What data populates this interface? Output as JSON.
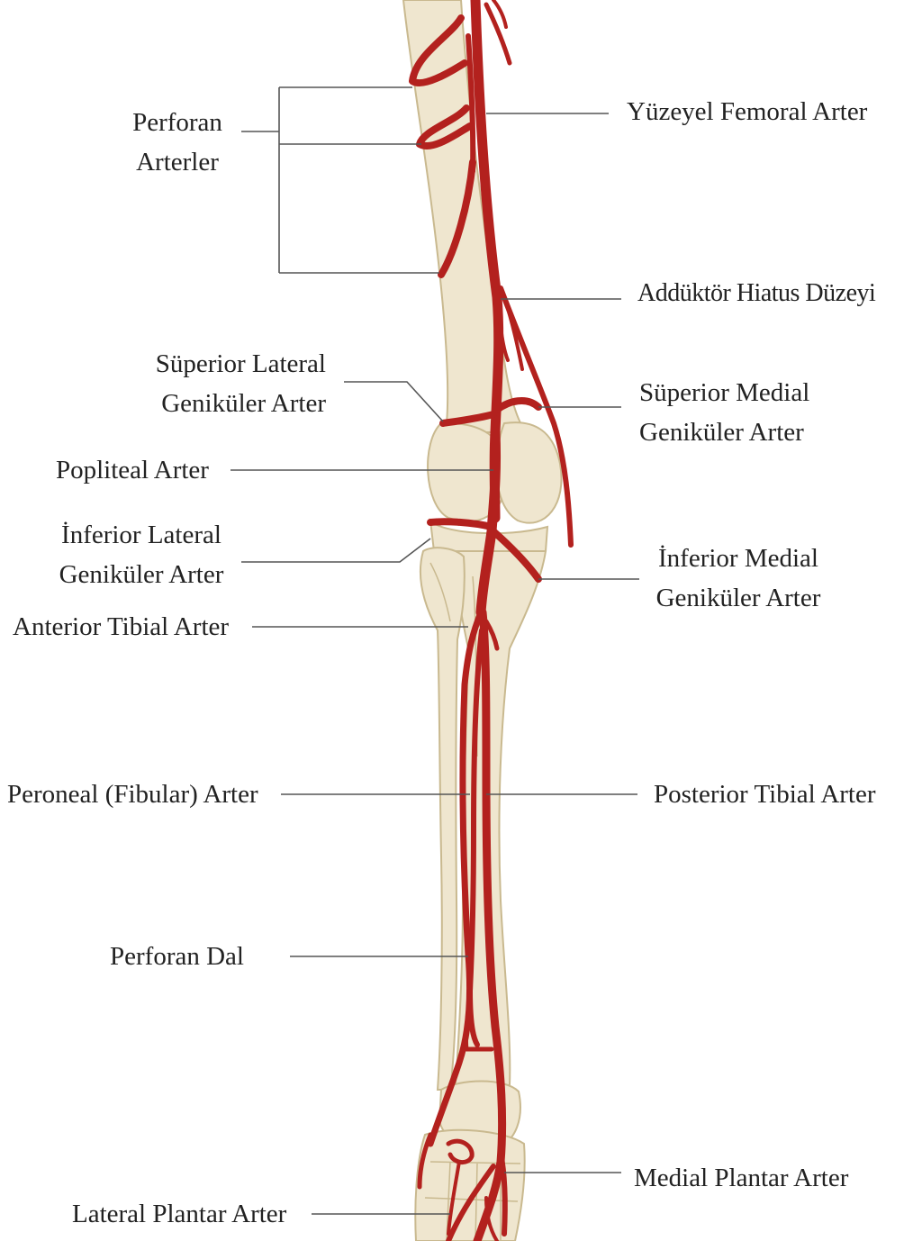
{
  "colors": {
    "bone_fill": "#efe6cf",
    "bone_stroke": "#c9b98f",
    "artery": "#b3211e",
    "artery_dark": "#7e1412",
    "leader_line": "#555555",
    "text": "#222222"
  },
  "labels": {
    "perforan_arterler": {
      "line1": "Perforan",
      "line2": "Arterler"
    },
    "yuzeyel_femoral": "Yüzeyel Femoral Arter",
    "adduktor_hiatus": "Addüktör Hiatus Düzeyi",
    "superior_lateral": {
      "line1": "Süperior Lateral",
      "line2": "Geniküler Arter"
    },
    "superior_medial": {
      "line1": "Süperior Medial",
      "line2": "Geniküler Arter"
    },
    "popliteal": "Popliteal Arter",
    "inferior_lateral": {
      "line1": "İnferior Lateral",
      "line2": "Geniküler Arter"
    },
    "inferior_medial": {
      "line1": "İnferior Medial",
      "line2": "Geniküler Arter"
    },
    "anterior_tibial": "Anterior Tibial Arter",
    "peroneal": "Peroneal (Fibular) Arter",
    "posterior_tibial": "Posterior Tibial Arter",
    "perforan_dal": "Perforan Dal",
    "medial_plantar": "Medial Plantar Arter",
    "lateral_plantar": "Lateral Plantar Arter"
  }
}
